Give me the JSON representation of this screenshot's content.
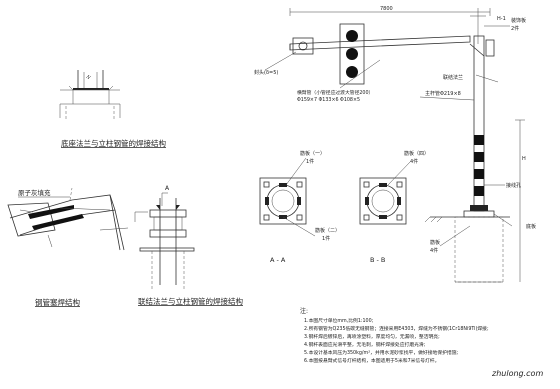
{
  "left_details": {
    "base_flange_title": "底座法兰与立柱钢管的焊接结构",
    "steel_pipe_weld_title": "钢管塞焊结构",
    "connection_flange_title": "联结法兰与立柱钢管的焊接结构",
    "atomic_ash_seam_label": "原子灰填充",
    "section_a_label": "A"
  },
  "pole_elevation": {
    "dimension_top": "7800",
    "dim_right": "H-1",
    "end_cap_label": "封头(δ=5)",
    "transverse_pipe_label": "横臂管（小管径应过渡大管径200）",
    "transverse_pipe_spec": "Φ159×7 Φ133×6 Φ108×5",
    "main_pole_spec": "主杆管Φ219×8",
    "rib_plate_label": "装饰板",
    "rib_plate_count": "2件",
    "flange_label": "联结法兰",
    "wiring_hole_label": "接线孔",
    "base_plate_label": "底板",
    "side_plate_label": "筋板",
    "side_plate_count": "4件",
    "height_label": "H"
  },
  "sections": {
    "panel_a_top_label": "筋板（一）",
    "panel_a_top_count": "1件",
    "panel_b_top_label": "筋板（四）",
    "panel_b_top_count": "4件",
    "panel_a_bottom_label": "筋板（二）",
    "panel_a_bottom_count": "1件",
    "section_a_title": "A - A",
    "section_b_title": "B - B"
  },
  "notes": {
    "heading": "注:",
    "lines": [
      "1.本图尺寸单位mm,比例1:100;",
      "2.所有钢管为Q235低碳无缝钢管；连接采用E4303，焊缝为不锈钢(1Cr18Ni9Ti)焊接;",
      "3.钢杆焊后镀锌后，再喷涂塑料，厚度均匀，无漏喷，整洁明亮;",
      "4.钢杆表面应光滑平整，无毛刺，钢杆焊接处应打磨光滑;",
      "5.本设计基本风压为350kg/m²，并用水泥砂浆找平，做好接地保护措施;",
      "6.本图按悬臂式信号灯杆结构，本图适用于5米和7米信号灯杆。"
    ]
  },
  "watermark": "zhulong.com"
}
